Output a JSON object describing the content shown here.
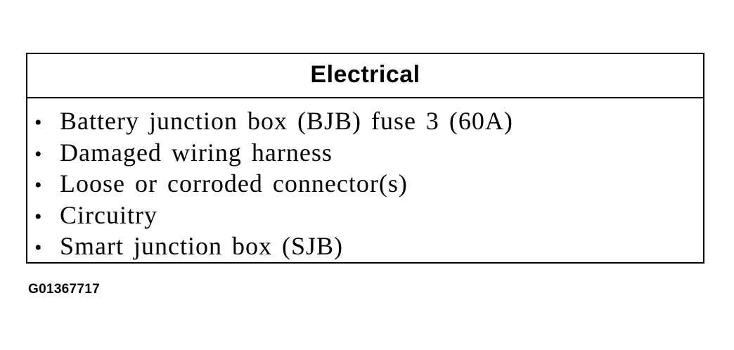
{
  "panel": {
    "title": "Electrical",
    "bullet_glyph": "•",
    "items": [
      "Battery junction box (BJB) fuse 3 (60A)",
      "Damaged wiring harness",
      "Loose or corroded connector(s)",
      "Circuitry",
      "Smart junction box (SJB)"
    ]
  },
  "figure_id": "G01367717"
}
